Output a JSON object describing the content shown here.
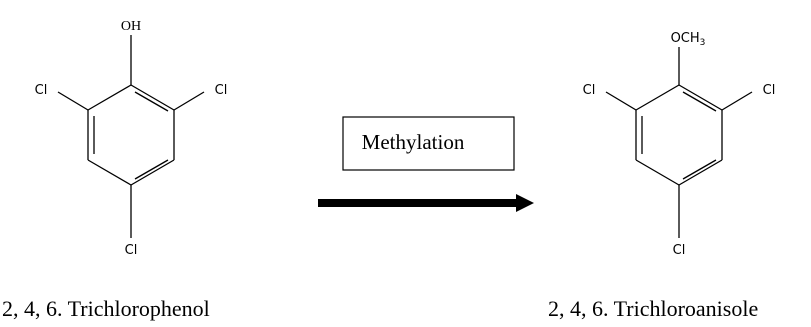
{
  "left_molecule": {
    "top_group": "OH",
    "cl_left": "Cl",
    "cl_right": "Cl",
    "cl_bottom": "Cl",
    "caption": "2, 4, 6. Trichlorophenol"
  },
  "reaction": {
    "label": "Methylation"
  },
  "right_molecule": {
    "top_group_prefix": "OCH",
    "top_group_subscript": "3",
    "cl_left": "Cl",
    "cl_right": "Cl",
    "cl_bottom": "Cl",
    "caption": "2, 4, 6. Trichloroanisole"
  }
}
